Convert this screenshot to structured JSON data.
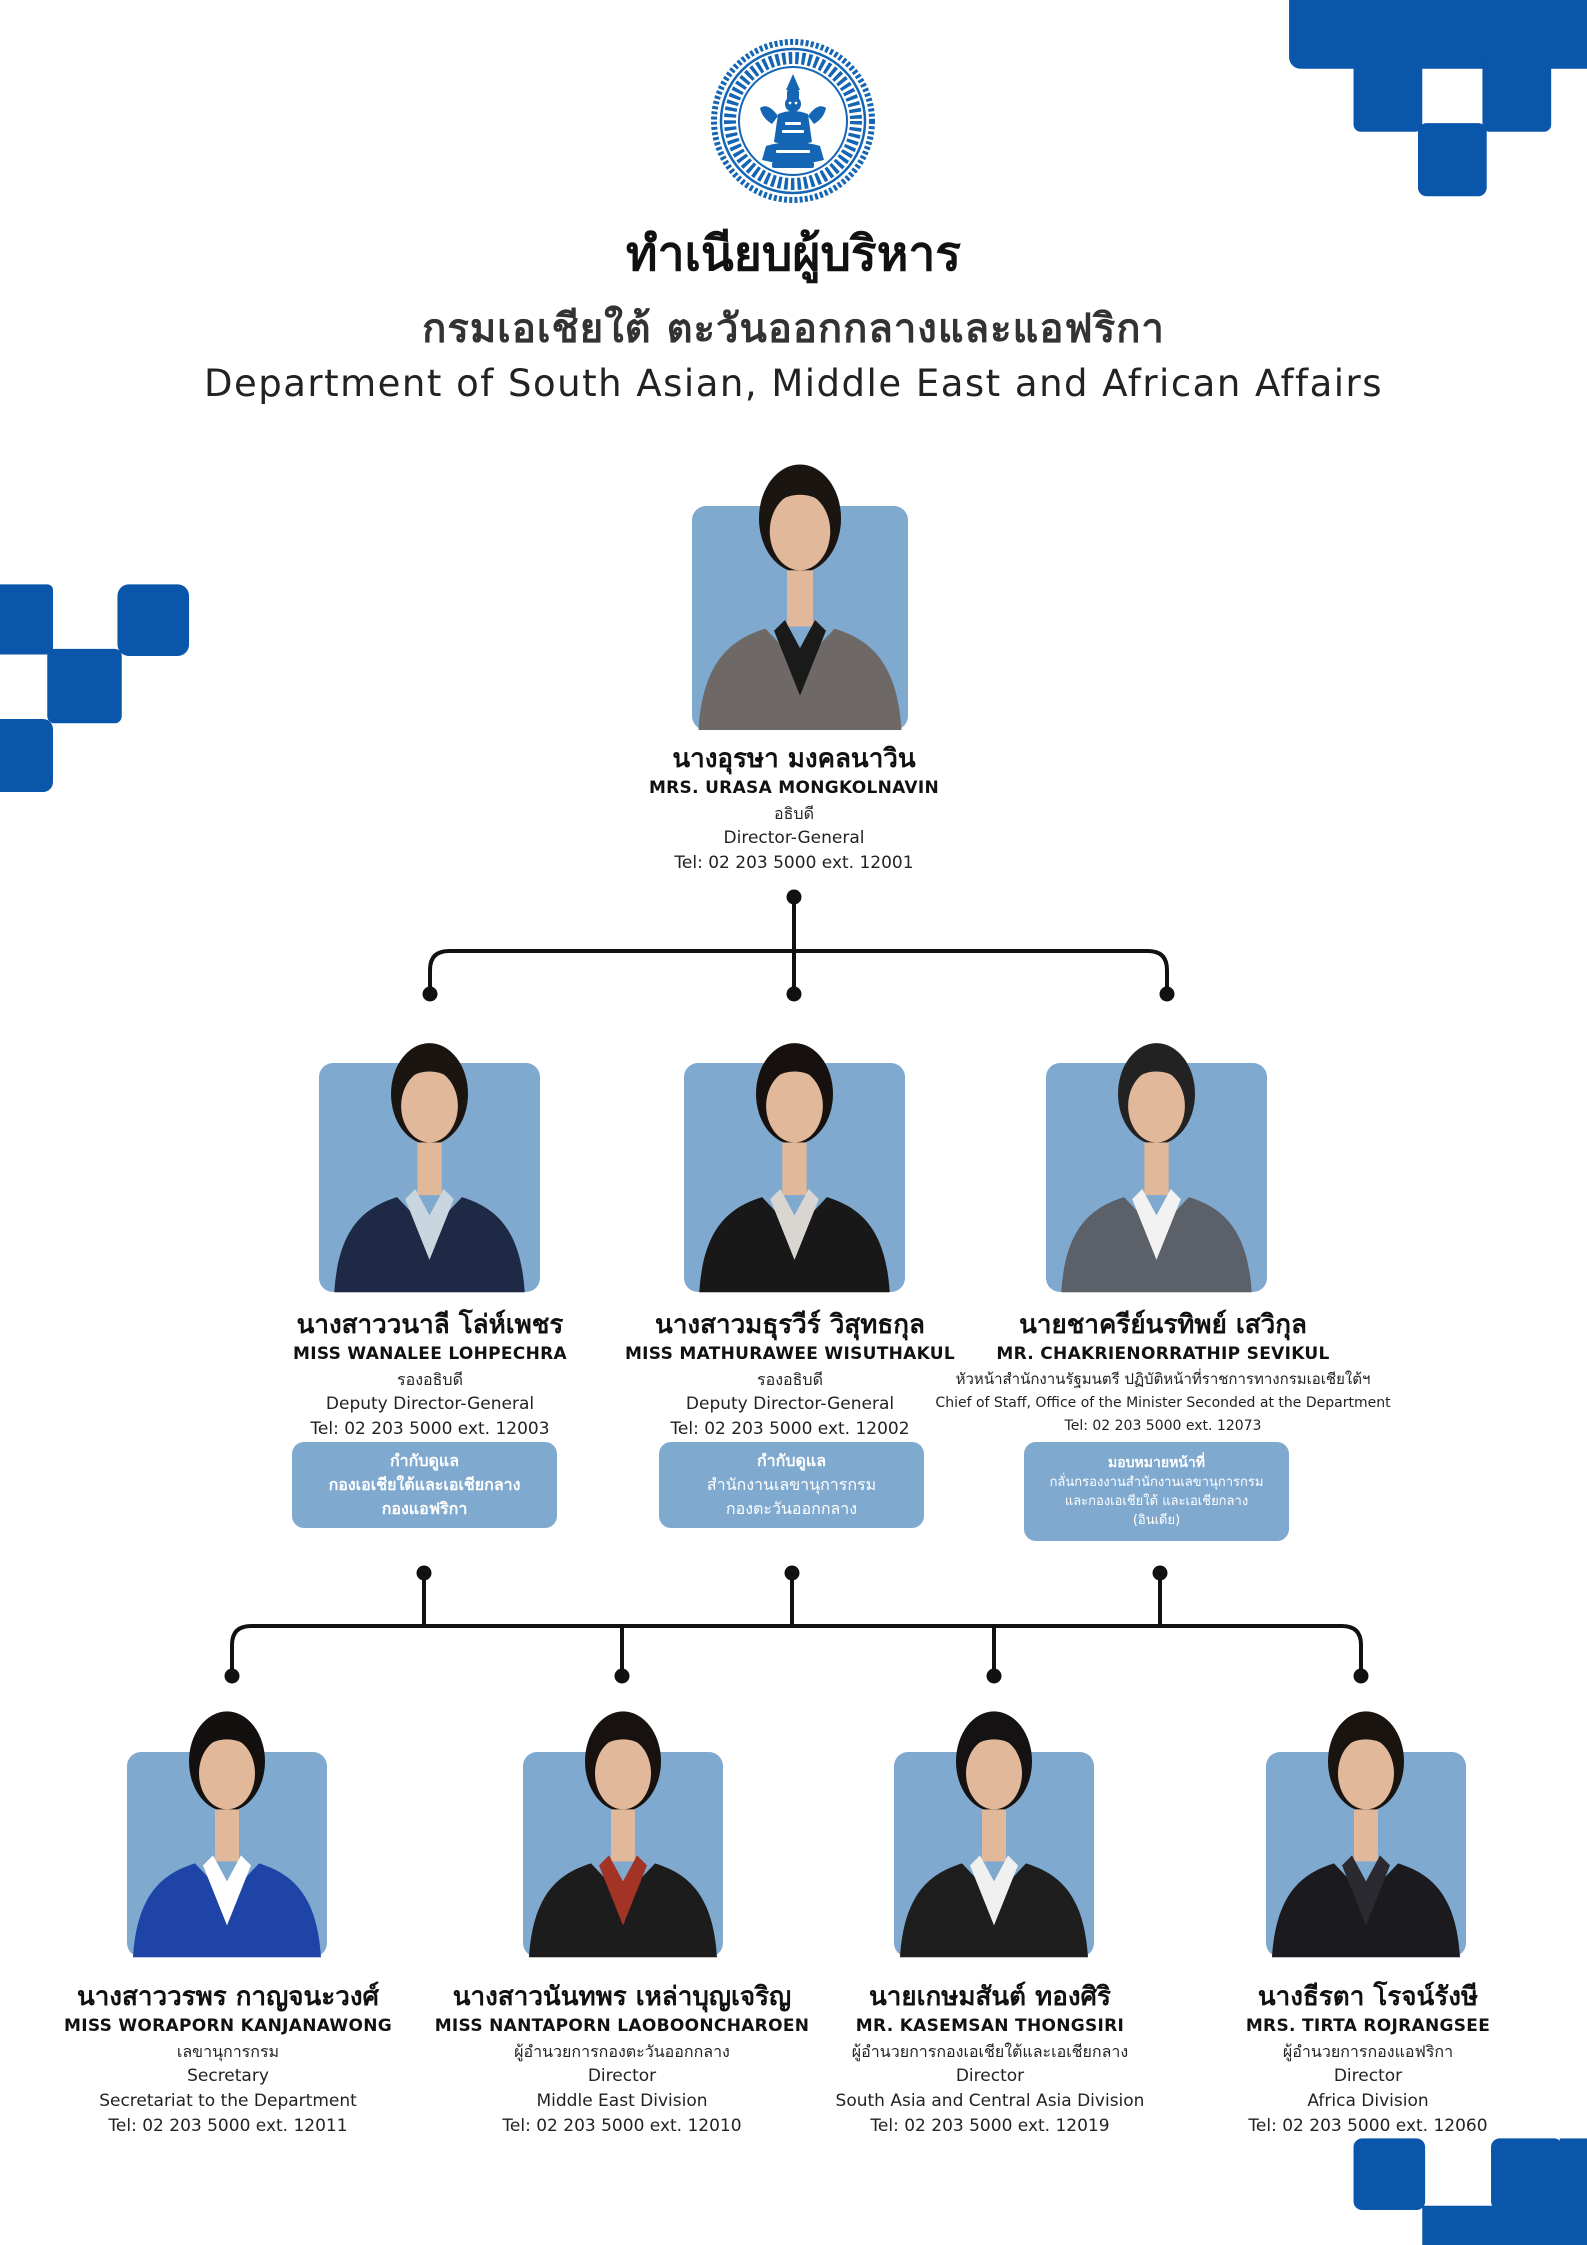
{
  "header": {
    "title_th": "ทำเนียบผู้บริหาร",
    "department_th": "กรมเอเชียใต้ ตะวันออกกลางและแอฟริกา",
    "department_en": "Department of South Asian, Middle East and African Affairs"
  },
  "emblem": {
    "icon": "department-seal-emblem",
    "color": "#1565B5"
  },
  "colors": {
    "brand_blue": "#0A56AA",
    "photo_background": "#7FA9CF",
    "duty_box_background": "#7FA9CF",
    "text": "#111111",
    "connector": "#111111"
  },
  "director": {
    "name_th": "นางอุรษา มงคลนาวิน",
    "name_en": "MRS. URASA MONGKOLNAVIN",
    "title_th": "อธิบดี",
    "title_en": "Director-General",
    "tel": "Tel: 02 203 5000 ext. 12001"
  },
  "deputies": [
    {
      "name_th": "นางสาววนาลี โล่ห์เพชร",
      "name_en": "MISS WANALEE LOHPECHRA",
      "title_th": "รองอธิบดี",
      "title_en": "Deputy Director-General",
      "tel": "Tel: 02 203 5000 ext. 12003",
      "duty": {
        "heading": "กำกับดูแล",
        "lines": [
          "กองเอเชียใต้และเอเชียกลาง",
          "กองแอฟริกา"
        ]
      }
    },
    {
      "name_th": "นางสาวมธุรวีร์ วิสุทธกุล",
      "name_en": "MISS MATHURAWEE WISUTHAKUL",
      "title_th": "รองอธิบดี",
      "title_en": "Deputy Director-General",
      "tel": "Tel: 02 203 5000 ext. 12002",
      "duty": {
        "heading": "กำกับดูแล",
        "lines": [
          "สำนักงานเลขานุการกรม",
          "กองตะวันออกกลาง"
        ]
      }
    },
    {
      "name_th": "นายชาครีย์นรทิพย์ เสวิกุล",
      "name_en": "MR. CHAKRIENORRATHIP SEVIKUL",
      "title_th": "หัวหน้าสำนักงานรัฐมนตรี ปฏิบัติหน้าที่ราชการทางกรมเอเชียใต้ฯ",
      "title_en": "Chief of Staff, Office of the Minister Seconded at the Department",
      "tel": "Tel: 02 203 5000 ext. 12073",
      "duty": {
        "heading": "มอบหมายหน้าที่",
        "lines": [
          "กลั่นกรองงานสำนักงานเลขานุการกรม",
          "และกองเอเชียใต้ และเอเชียกลาง",
          "(อินเดีย)"
        ]
      }
    }
  ],
  "division_heads": [
    {
      "name_th": "นางสาววรพร กาญจนะวงศ์",
      "name_en": "MISS WORAPORN KANJANAWONG",
      "title_th": "เลขานุการกรม",
      "title_en": "Secretary",
      "unit": "Secretariat to the Department",
      "tel": "Tel: 02 203 5000 ext. 12011"
    },
    {
      "name_th": "นางสาวนันทพร เหล่าบุญเจริญ",
      "name_en": "MISS NANTAPORN LAOBOONCHAROEN",
      "title_th": "ผู้อำนวยการกองตะวันออกกลาง",
      "title_en": "Director",
      "unit": "Middle East Division",
      "tel": "Tel: 02 203 5000 ext. 12010"
    },
    {
      "name_th": "นายเกษมสันต์ ทองศิริ",
      "name_en": "MR. KASEMSAN THONGSIRI",
      "title_th": "ผู้อำนวยการกองเอเชียใต้และเอเชียกลาง",
      "title_en": "Director",
      "unit": "South Asia and Central Asia Division",
      "tel": "Tel: 02 203 5000 ext. 12019"
    },
    {
      "name_th": "นางธีรตา โรจน์รังษี",
      "name_en": "MRS. TIRTA ROJRANGSEE",
      "title_th": "ผู้อำนวยการกองแอฟริกา",
      "title_en": "Director",
      "unit": "Africa Division",
      "tel": "Tel: 02 203 5000 ext. 12060"
    }
  ]
}
